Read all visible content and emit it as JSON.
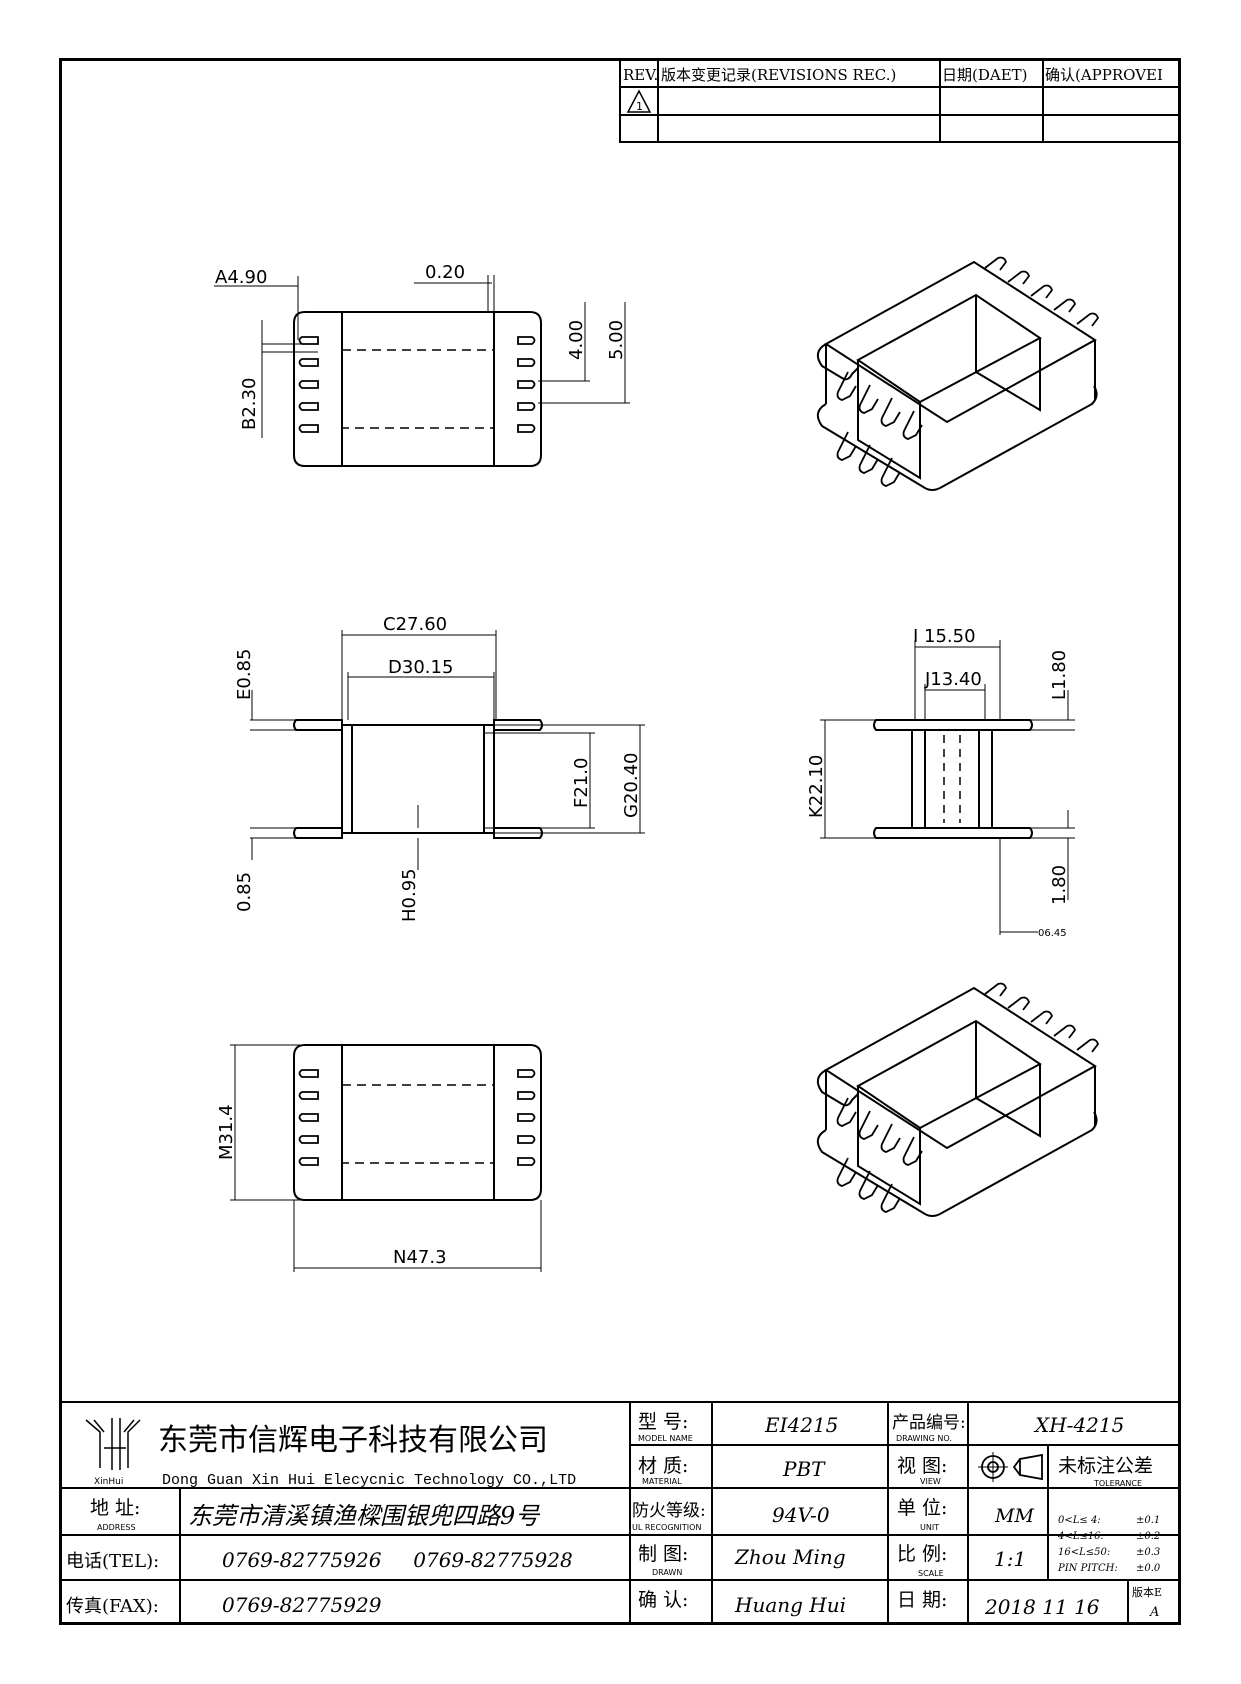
{
  "revision_table": {
    "headers": [
      "REV.",
      "版本变更记录(REVISIONS REC.)",
      "日期(DAET)",
      "确认(APPROVEI"
    ],
    "rows": [
      [
        "1",
        "",
        "",
        ""
      ],
      [
        "",
        "",
        "",
        ""
      ]
    ]
  },
  "dimensions": {
    "a": "A4.90",
    "b": "B2.30",
    "gap": "0.20",
    "d4": "4.00",
    "d5": "5.00",
    "c": "C27.60",
    "d": "D30.15",
    "e": "E0.85",
    "e2": "0.85",
    "f": "F21.0",
    "g": "G20.40",
    "h": "H0.95",
    "i": "I 15.50",
    "j": "J13.40",
    "k": "K22.10",
    "l": "L1.80",
    "l2": "1.80",
    "o": "06.45",
    "m": "M31.4",
    "n": "N47.3"
  },
  "title_block": {
    "company_cn": "东莞市信辉电子科技有限公司",
    "company_en": "Dong Guan Xin Hui Elecycnic Technology CO.,LTD",
    "logo_text": "XinHui",
    "address_label": "地 址:",
    "address_label_en": "ADDRESS",
    "address": "东莞市清溪镇渔樑围银兜四路9号",
    "tel_label": "电话(TEL):",
    "tel": "0769-82775926     0769-82775928",
    "fax_label": "传真(FAX):",
    "fax": "0769-82775929",
    "model_label": "型 号:",
    "model_label_en": "MODEL NAME",
    "model": "EI4215",
    "material_label": "材 质:",
    "material_label_en": "MATERIAL",
    "material": "PBT",
    "flame_label": "防火等级:",
    "flame_label_en": "UL RECOGNITION",
    "flame": "94V-0",
    "drawn_label": "制 图:",
    "drawn_label_en": "DRAWN",
    "drawn": "Zhou Ming",
    "confirm_label": "确 认:",
    "confirm": "Huang Hui",
    "drawing_no_label": "产品编号:",
    "drawing_no_label_en": "DRAWING NO.",
    "drawing_no": "XH-4215",
    "view_label": "视 图:",
    "view_label_en": "VIEW",
    "unit_label": "单 位:",
    "unit_label_en": "UNIT",
    "unit": "MM",
    "scale_label": "比 例:",
    "scale_label_en": "SCALE",
    "scale": "1:1",
    "date_label": "日 期:",
    "date": "2018 11 16",
    "tolerance_label": "未标注公差",
    "tolerance_label_en": "TOLERANCE",
    "tolerances": [
      [
        "0<L≤ 4:",
        "±0.1"
      ],
      [
        "4<L≤16:",
        "±0.2"
      ],
      [
        "16<L≤50:",
        "±0.3"
      ],
      [
        "PIN PITCH:",
        "±0.0"
      ]
    ],
    "version_label": "版本E",
    "version": "A"
  }
}
